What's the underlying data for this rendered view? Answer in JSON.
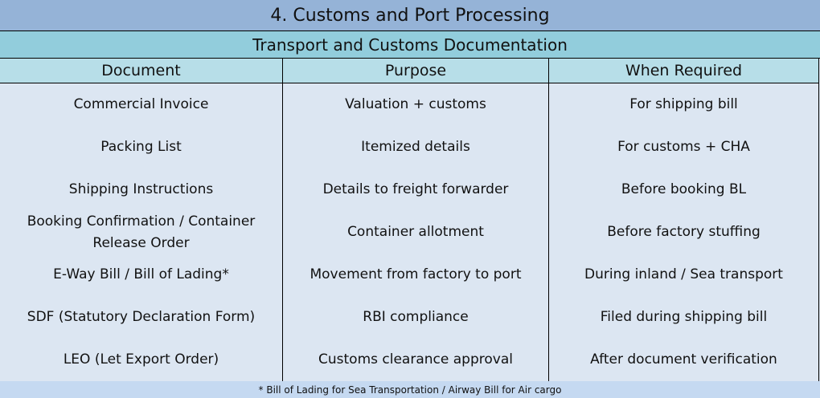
{
  "title": "4. Customs and Port Processing",
  "subtitle": "Transport and Customs Documentation",
  "columns": [
    "Document",
    "Purpose",
    "When Required"
  ],
  "rows": [
    {
      "document": "Commercial Invoice",
      "purpose": "Valuation + customs",
      "when": "For shipping bill"
    },
    {
      "document": "Packing List",
      "purpose": "Itemized details",
      "when": "For customs + CHA"
    },
    {
      "document": "Shipping Instructions",
      "purpose": "Details to freight forwarder",
      "when": "Before booking BL"
    },
    {
      "document": "Booking Confirmation / Container Release Order",
      "purpose": "Container allotment",
      "when": "Before factory stuffing"
    },
    {
      "document": "E-Way Bill / Bill of Lading*",
      "purpose": "Movement from factory to port",
      "when": "During inland / Sea transport"
    },
    {
      "document": "SDF (Statutory Declaration Form)",
      "purpose": "RBI compliance",
      "when": "Filed during shipping bill"
    },
    {
      "document": "LEO (Let Export Order)",
      "purpose": "Customs clearance approval",
      "when": "After document verification"
    }
  ],
  "footnote": "* Bill of Lading for Sea Transportation / Airway Bill for Air cargo",
  "colors": {
    "title_bg": "#95b3d7",
    "subtitle_bg": "#92cddc",
    "header_bg": "#b7dee8",
    "body_bg": "#dce6f2",
    "footer_bg": "#c5d9f1"
  }
}
